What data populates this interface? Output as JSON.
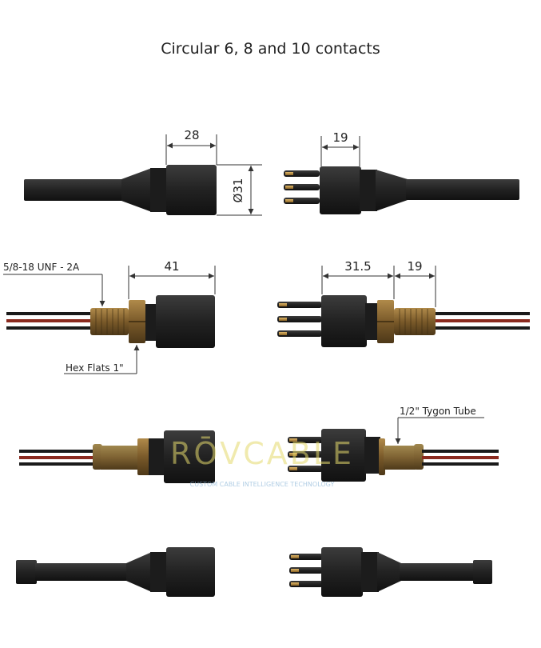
{
  "title": "Circular 6, 8 and 10 contacts",
  "dimensions": {
    "d_28": "28",
    "d_19_top": "19",
    "d_31": "Ø31",
    "d_41": "41",
    "d_31_5": "31.5",
    "d_19_mid": "19"
  },
  "callouts": {
    "thread": "5/8-18 UNF - 2A",
    "hex": "Hex Flats 1\"",
    "tube": "1/2\" Tygon Tube"
  },
  "watermark": {
    "brand": "RŌVCABLE",
    "tagline": "CUSTOM CABLE INTELLIGENCE TECHNOLOGY"
  },
  "colors": {
    "body": "#232323",
    "brass": "#8a6a33",
    "wire_red": "#8b2a1f",
    "pin": "#c79a45",
    "dim_line": "#333333"
  }
}
